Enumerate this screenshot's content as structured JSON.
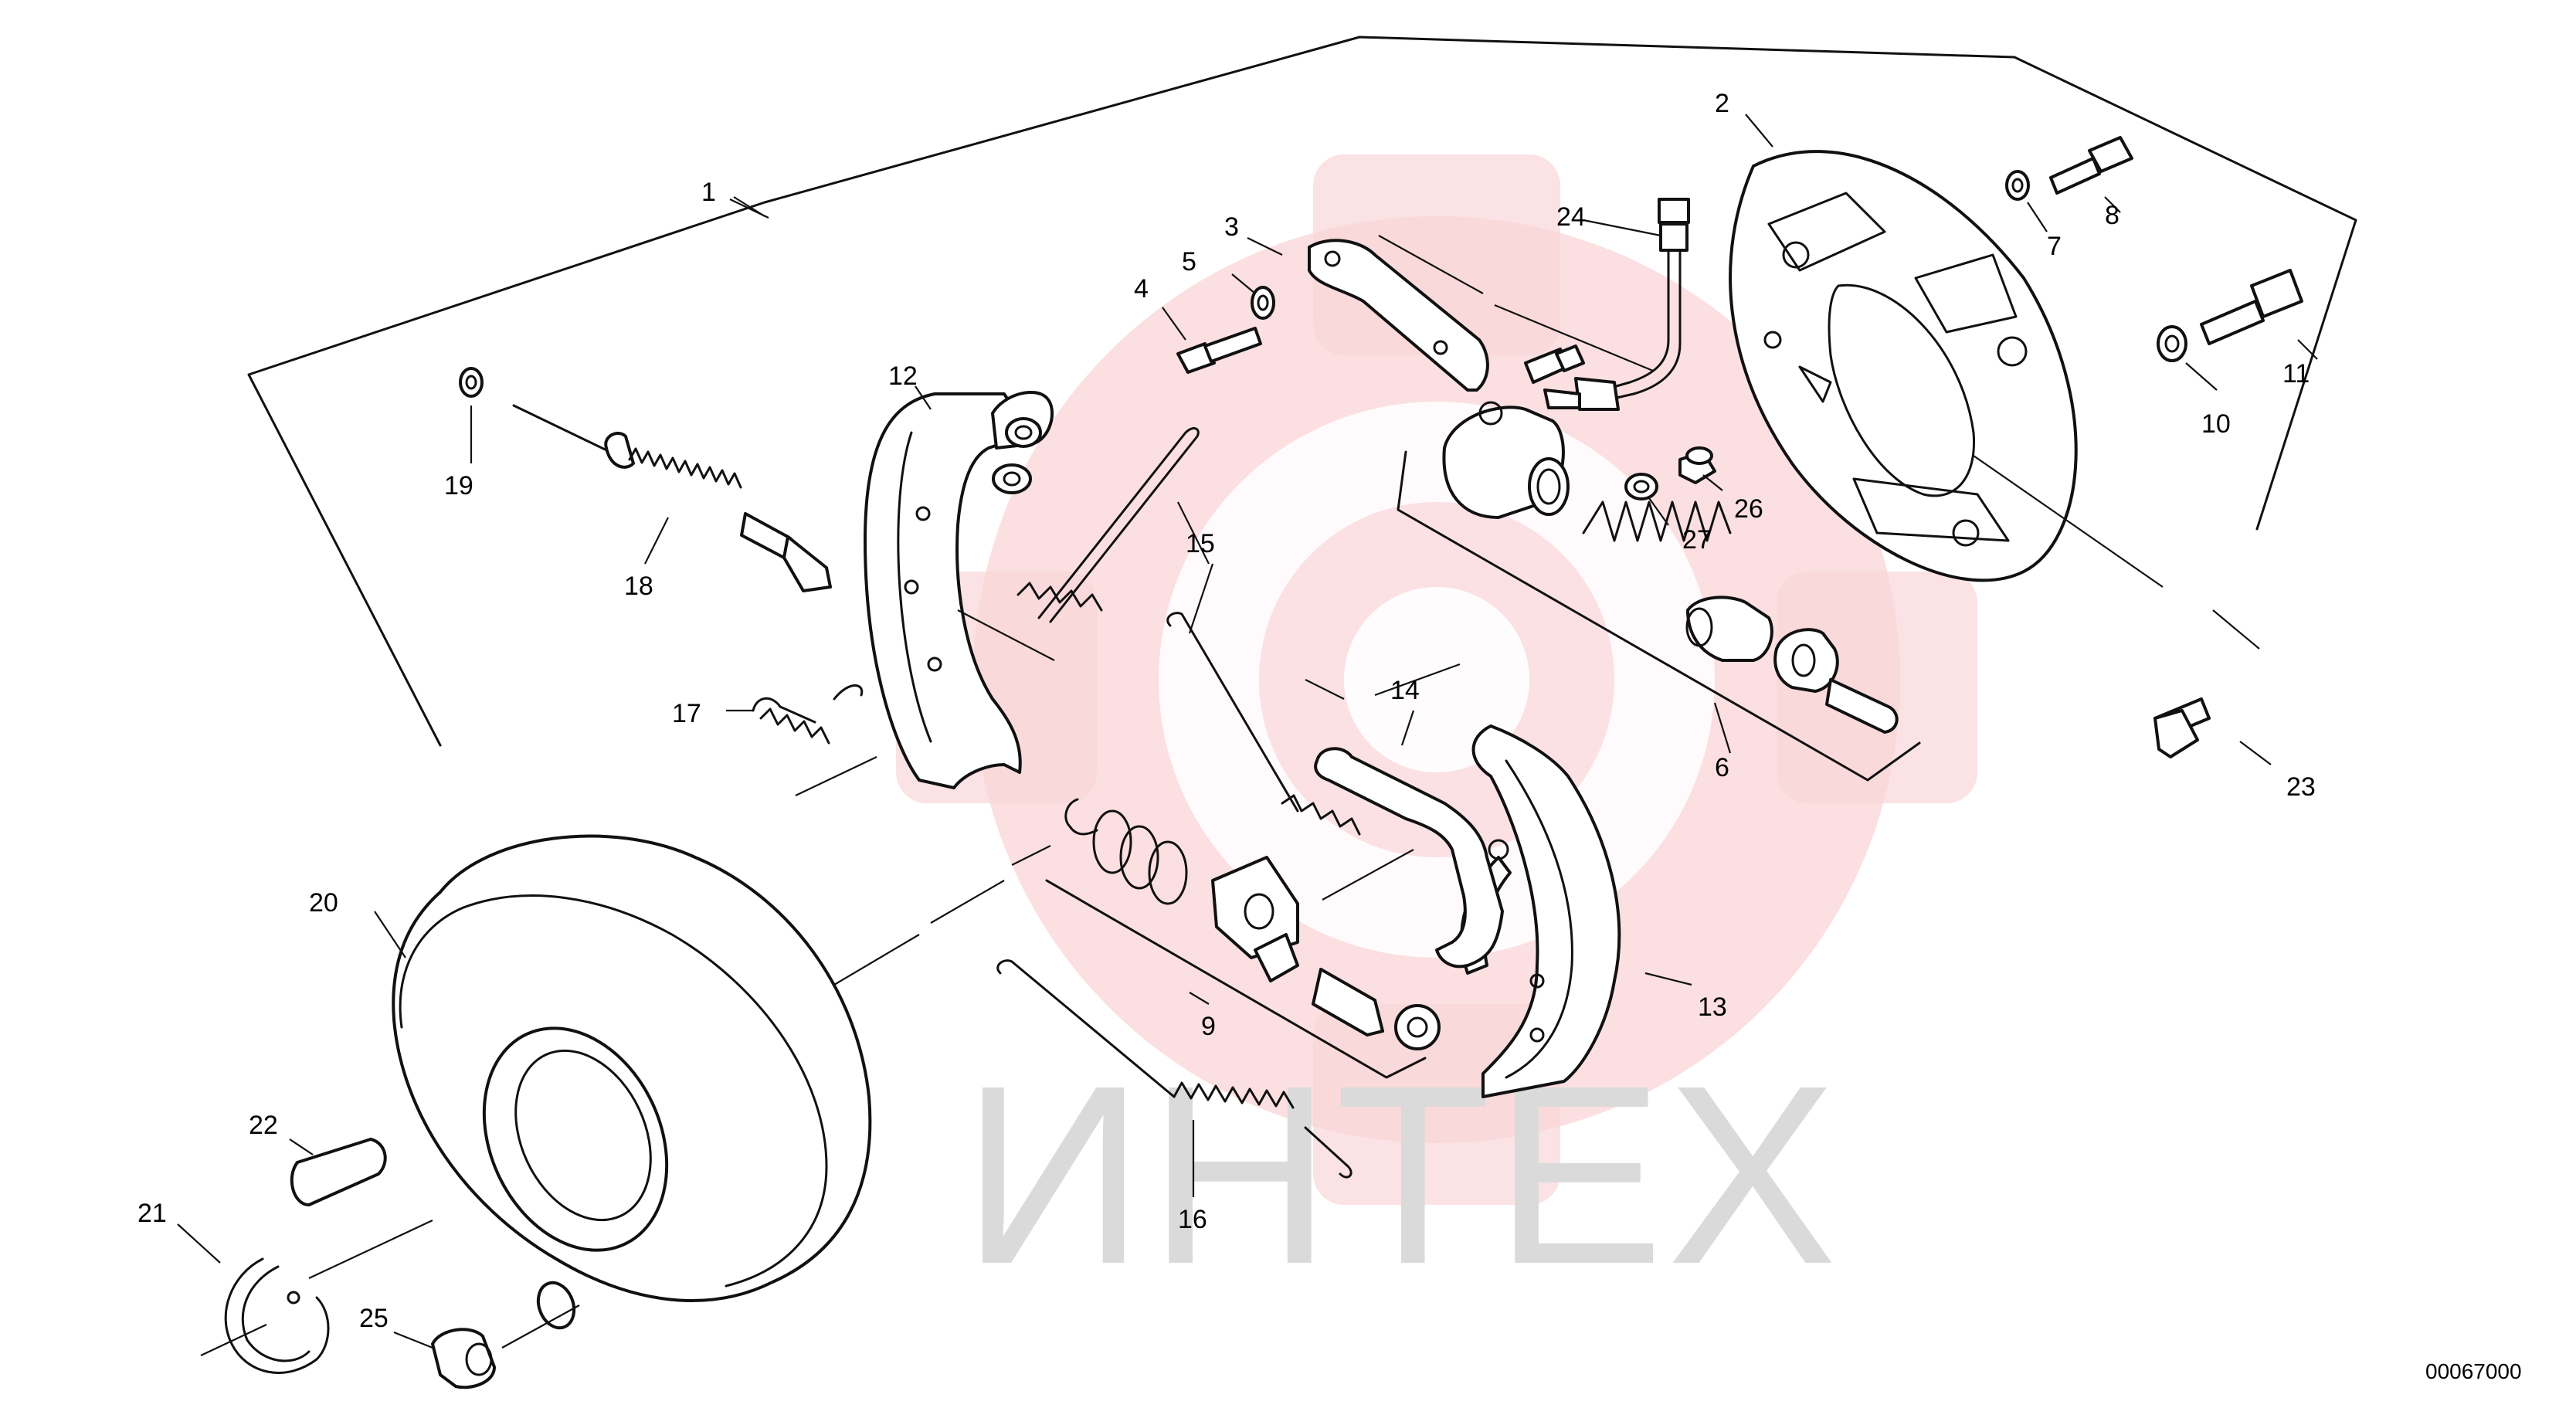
{
  "watermark": {
    "text": "ИНТЕХ",
    "gear_color": "#f7c4c8",
    "text_color": "#dadada"
  },
  "reference_code": "00067000",
  "callouts": [
    {
      "id": "1",
      "text": "1"
    },
    {
      "id": "2",
      "text": "2"
    },
    {
      "id": "3",
      "text": "3"
    },
    {
      "id": "4",
      "text": "4"
    },
    {
      "id": "5",
      "text": "5"
    },
    {
      "id": "6",
      "text": "6"
    },
    {
      "id": "7",
      "text": "7"
    },
    {
      "id": "8",
      "text": "8"
    },
    {
      "id": "9",
      "text": "9"
    },
    {
      "id": "10",
      "text": "10"
    },
    {
      "id": "11",
      "text": "11"
    },
    {
      "id": "12",
      "text": "12"
    },
    {
      "id": "13",
      "text": "13"
    },
    {
      "id": "14",
      "text": "14"
    },
    {
      "id": "15",
      "text": "15"
    },
    {
      "id": "16",
      "text": "16"
    },
    {
      "id": "17",
      "text": "17"
    },
    {
      "id": "18",
      "text": "18"
    },
    {
      "id": "19",
      "text": "19"
    },
    {
      "id": "20",
      "text": "20"
    },
    {
      "id": "21",
      "text": "21"
    },
    {
      "id": "22",
      "text": "22"
    },
    {
      "id": "23",
      "text": "23"
    },
    {
      "id": "24",
      "text": "24"
    },
    {
      "id": "25",
      "text": "25"
    },
    {
      "id": "26",
      "text": "26"
    },
    {
      "id": "27",
      "text": "27"
    }
  ]
}
